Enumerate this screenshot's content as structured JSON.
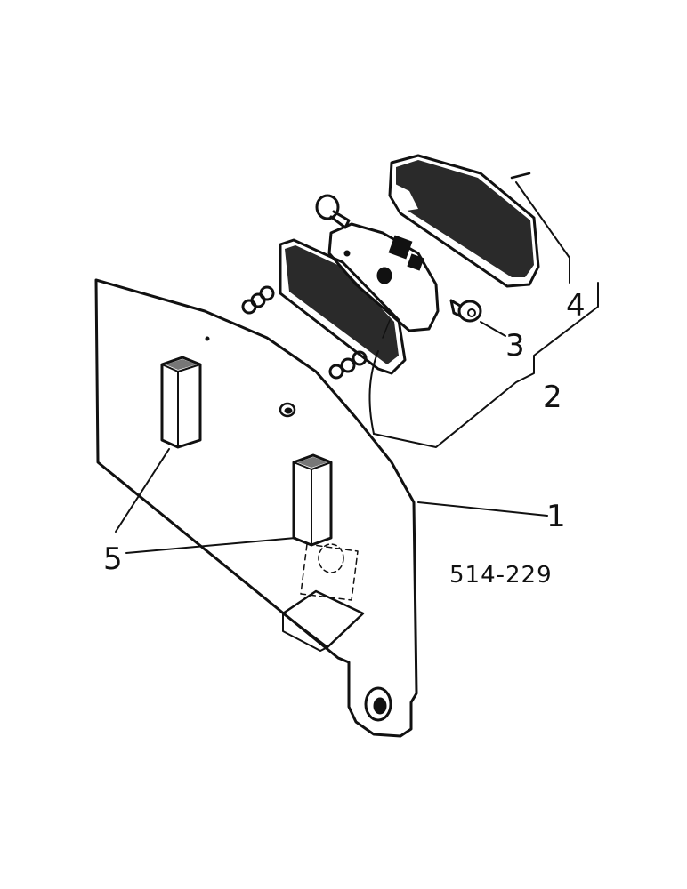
{
  "figure": {
    "drawing_number": "514-229",
    "callouts": [
      {
        "id": "1",
        "label": "1"
      },
      {
        "id": "2",
        "label": "2"
      },
      {
        "id": "3",
        "label": "3"
      },
      {
        "id": "4",
        "label": "4"
      },
      {
        "id": "5",
        "label": "5"
      }
    ]
  },
  "colors": {
    "ink": "#111111",
    "paper": "#ffffff",
    "shade": "#2a2a2a"
  }
}
